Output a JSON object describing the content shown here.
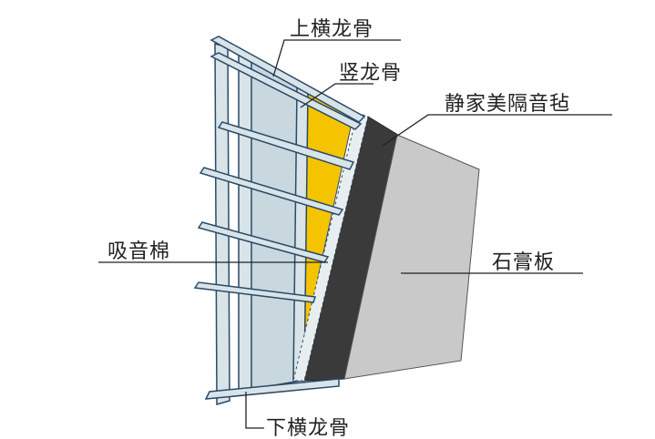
{
  "labels": {
    "top_track": "上横龙骨",
    "vertical_stud": "竖龙骨",
    "acoustic_felt": "静家美隔音毡",
    "sound_absorbing_wool": "吸音棉",
    "gypsum_board": "石膏板",
    "bottom_track": "下横龙骨"
  },
  "colors": {
    "gypsum": "#c9c9c9",
    "felt": "#3a3a3a",
    "wool": "#f5c400",
    "panel": "#c9d8de",
    "steel": "#d9e4e8",
    "outline": "#2a4a6a"
  }
}
